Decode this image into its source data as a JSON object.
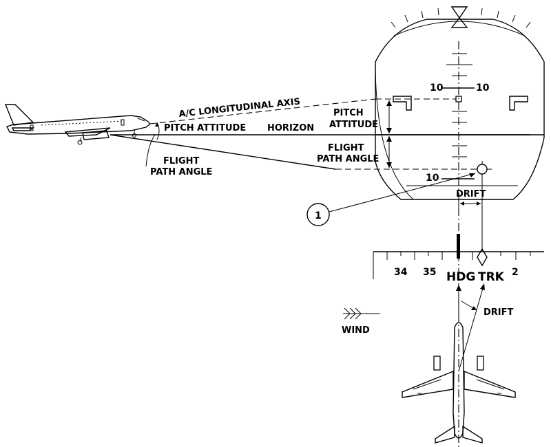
{
  "labels": {
    "ac_longitudinal_axis": "A/C LONGITUDINAL AXIS",
    "pitch_attitude_side": "PITCH ATTITUDE",
    "horizon": "HORIZON",
    "flight_path_angle_side_1": "FLIGHT",
    "flight_path_angle_side_2": "PATH ANGLE",
    "pitch_attitude_pfd_1": "PITCH",
    "pitch_attitude_pfd_2": "ATTITUDE",
    "flight_path_angle_pfd_1": "FLIGHT",
    "flight_path_angle_pfd_2": "PATH ANGLE",
    "drift_top": "DRIFT",
    "drift_bottom": "DRIFT",
    "wind": "WIND",
    "callout_number": "1"
  },
  "pfd": {
    "pitch_ten_left": "10",
    "pitch_ten_right": "10",
    "pitch_ten_low": "10"
  },
  "heading_scale": {
    "ticks": [
      "34",
      "35",
      "2"
    ],
    "hdg_label": "HDG",
    "trk_label": "TRK"
  }
}
